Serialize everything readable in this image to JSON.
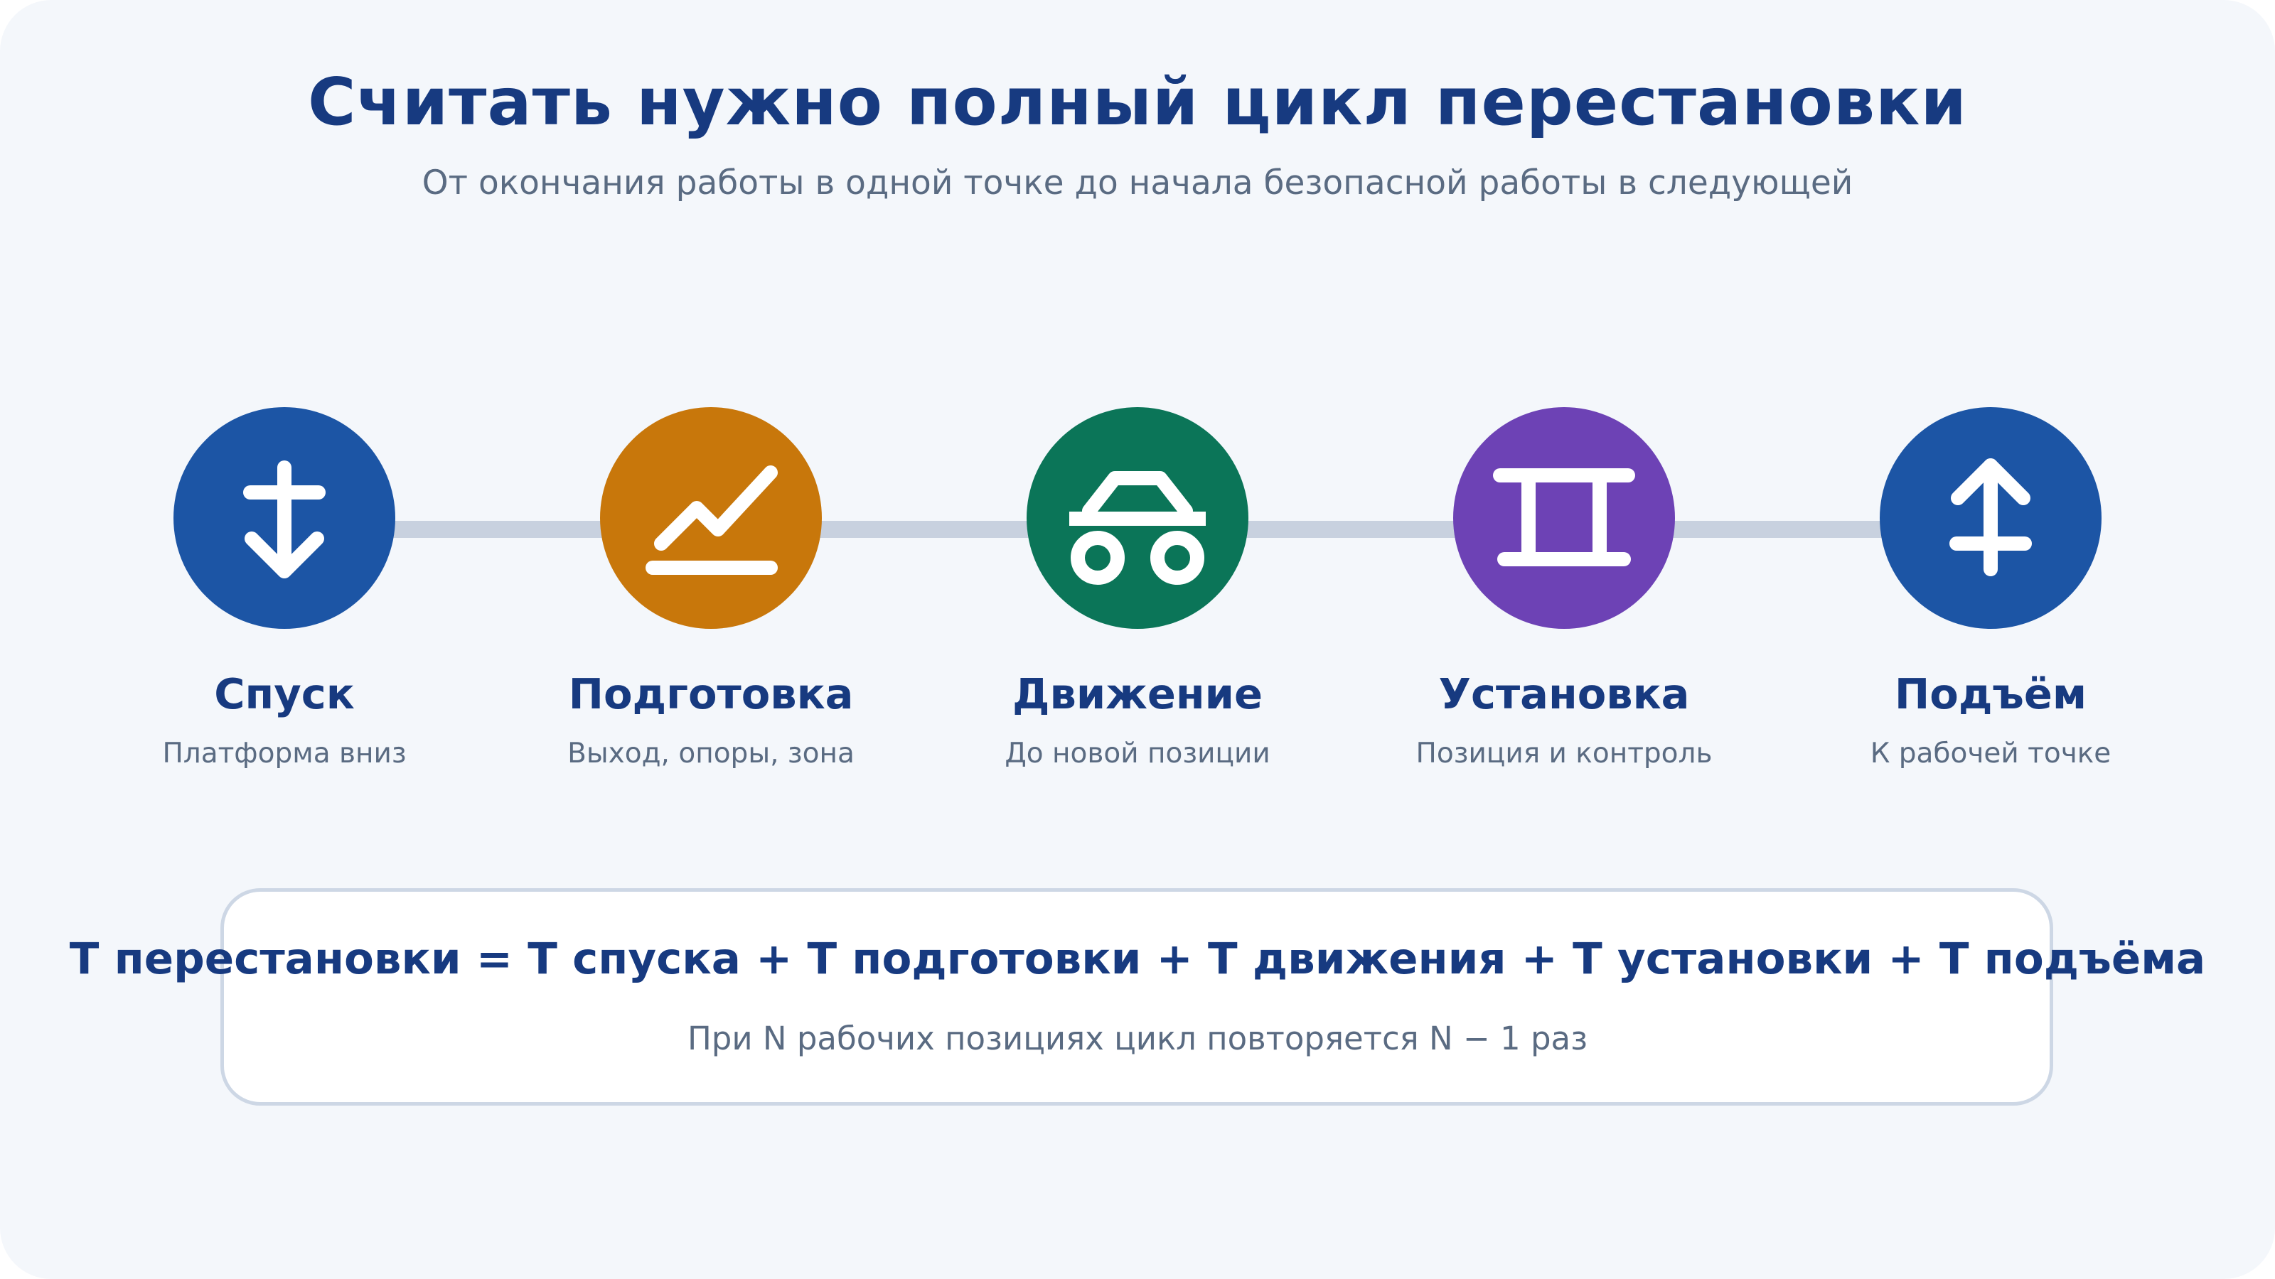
{
  "header": {
    "title": "Считать нужно полный цикл перестановки",
    "subtitle": "От окончания работы в одной точке до начала безопасной работы в следующей"
  },
  "steps": [
    {
      "label": "Спуск",
      "description": "Платформа вниз",
      "icon": "arrow-down-icon",
      "color": "#1c55a5"
    },
    {
      "label": "Подготовка",
      "description": "Выход, опоры, зона",
      "icon": "trend-chart-icon",
      "color": "#c8770b"
    },
    {
      "label": "Движение",
      "description": "До новой позиции",
      "icon": "vehicle-icon",
      "color": "#0b7558"
    },
    {
      "label": "Установка",
      "description": "Позиция и контроль",
      "icon": "frame-icon",
      "color": "#6d42b5"
    },
    {
      "label": "Подъём",
      "description": "К рабочей точке",
      "icon": "arrow-up-icon",
      "color": "#1c55a5"
    }
  ],
  "formula": {
    "text": "T перестановки = T спуска + T подготовки + T движения + T установки + T подъёма",
    "note": "При N рабочих позициях цикл повторяется N − 1 раз"
  },
  "colors": {
    "background": "#f4f7fb",
    "title": "#173a80",
    "muted_text": "#5a6b82",
    "connector": "#c8d1df",
    "box_border": "#cdd7e5"
  }
}
